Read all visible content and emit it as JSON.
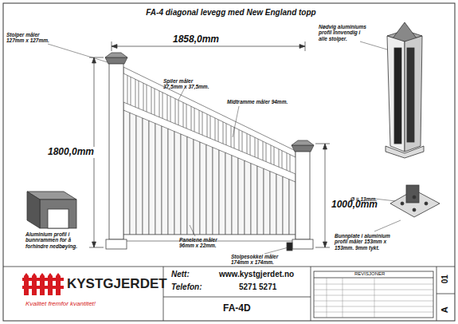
{
  "diagram": {
    "title": "FA-4 diagonal levegg med New England topp",
    "labels": [
      "Stolper måler 127mm x 127mm.",
      "1858,0mm",
      "Spiler måler 37,5mm x 37,5mm.",
      "Midtramme måler 94mm.",
      "1800,0mm",
      "1000,0mm",
      "Aluminium profil i bunnrammen for å forhindre nedbøying.",
      "Panelene måler 96mm x 22mm.",
      "Stolpesokkel måler 174mm x 174mm.",
      "Nødvig aluminiums profil innvendig i alle stolper.",
      "Ø = 13mm.",
      "Bunnplate i aluminium profil måler 153mm x 153mm. 9mm tykt.",
      "Nett:",
      "www.kystgjerdet.no",
      "Telefon:",
      "5271 5271",
      "KYSTGJERDET",
      "Kvalitet fremfor kvantitet!",
      "FA-4D",
      "REVISJONER",
      "A",
      "01"
    ]
  }
}
